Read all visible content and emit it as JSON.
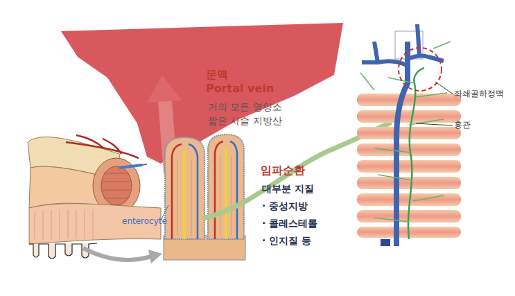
{
  "diagram": {
    "labels": [
      "문맥",
      "Portal vein",
      "거의 모든 영양소",
      "짧은 사슬 지방산",
      "임파순환",
      "대부분 지질",
      "· 중성지방",
      "· 콜레스테롤",
      "· 인지질 등",
      "enterocyte",
      "좌쇄골하정맥",
      "흉관"
    ]
  }
}
